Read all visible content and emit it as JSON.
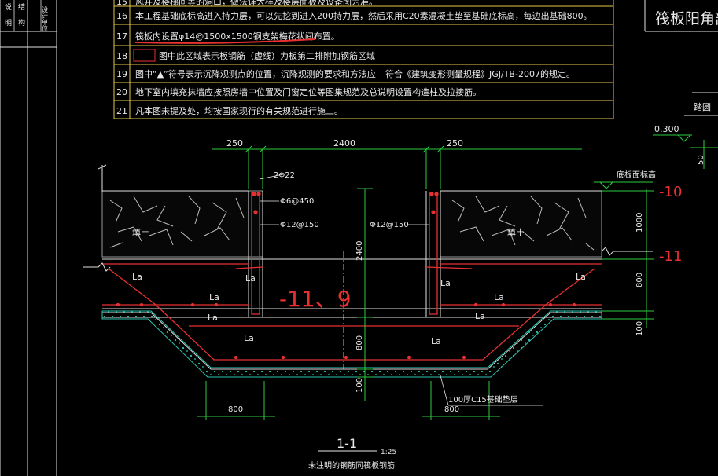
{
  "left_labels": [
    "说",
    "明",
    "结",
    "构",
    "设计单位"
  ],
  "notes": [
    {
      "num": "15",
      "text": "风井及楼梯间等的洞口，做法详大样及楼层面板及设备图为准。"
    },
    {
      "num": "16",
      "text": "本工程基础底标高进入持力层，可以先挖到进入200持力层，然后采用C20素混凝土垫至基础底标高，每边出基础800。"
    },
    {
      "num": "17",
      "text": "筏板内设置φ14@1500x1500钢支架梅花状间布置。"
    },
    {
      "num": "18",
      "text": "图中此区域表示板钢筋（虚线）为板第二排附加钢筋区域"
    },
    {
      "num": "19",
      "text": "图中“▲”符号表示沉降观测点的位置，沉降观测的要求和方法应"
    },
    {
      "num": "20",
      "text": "地下室内填充抹墙应按照房墙中位置及门窗定位等图集规范及总说明设置构造柱及拉接筋。"
    },
    {
      "num": "21",
      "text": "凡本图未提及处，均按国家现行的有关规范进行施工。"
    }
  ],
  "note19_suffix": "符合《建筑变形测量规程》JGJ/TB-2007的规定。",
  "right_title": "筏板阳角部",
  "right_sub": "踏圆",
  "elev_label": "0.300",
  "dim_50": "50",
  "dims_top": [
    "250",
    "2400",
    "250"
  ],
  "rebar_labels": {
    "r1": "2Φ22",
    "r2": "Φ6@450",
    "r3": "Φ12@150",
    "r4": "Φ12@150"
  },
  "soil_label": "填土",
  "la_label": "La",
  "slab_label": "底板面标高",
  "dims_right": [
    "1000",
    "800",
    "100"
  ],
  "dim_2400_v": "2400",
  "dim_800_v": "800",
  "dim_100_v": "100",
  "dims_bottom": [
    "800",
    "800"
  ],
  "bed_label": "100厚C15基础垫层",
  "annot": {
    "a1": "-10",
    "a2": "-11",
    "a3": "-11、9"
  },
  "section_title": "1-1",
  "section_scale": "1:25",
  "section_note": "未注明的钢筋同筏板钢筋"
}
